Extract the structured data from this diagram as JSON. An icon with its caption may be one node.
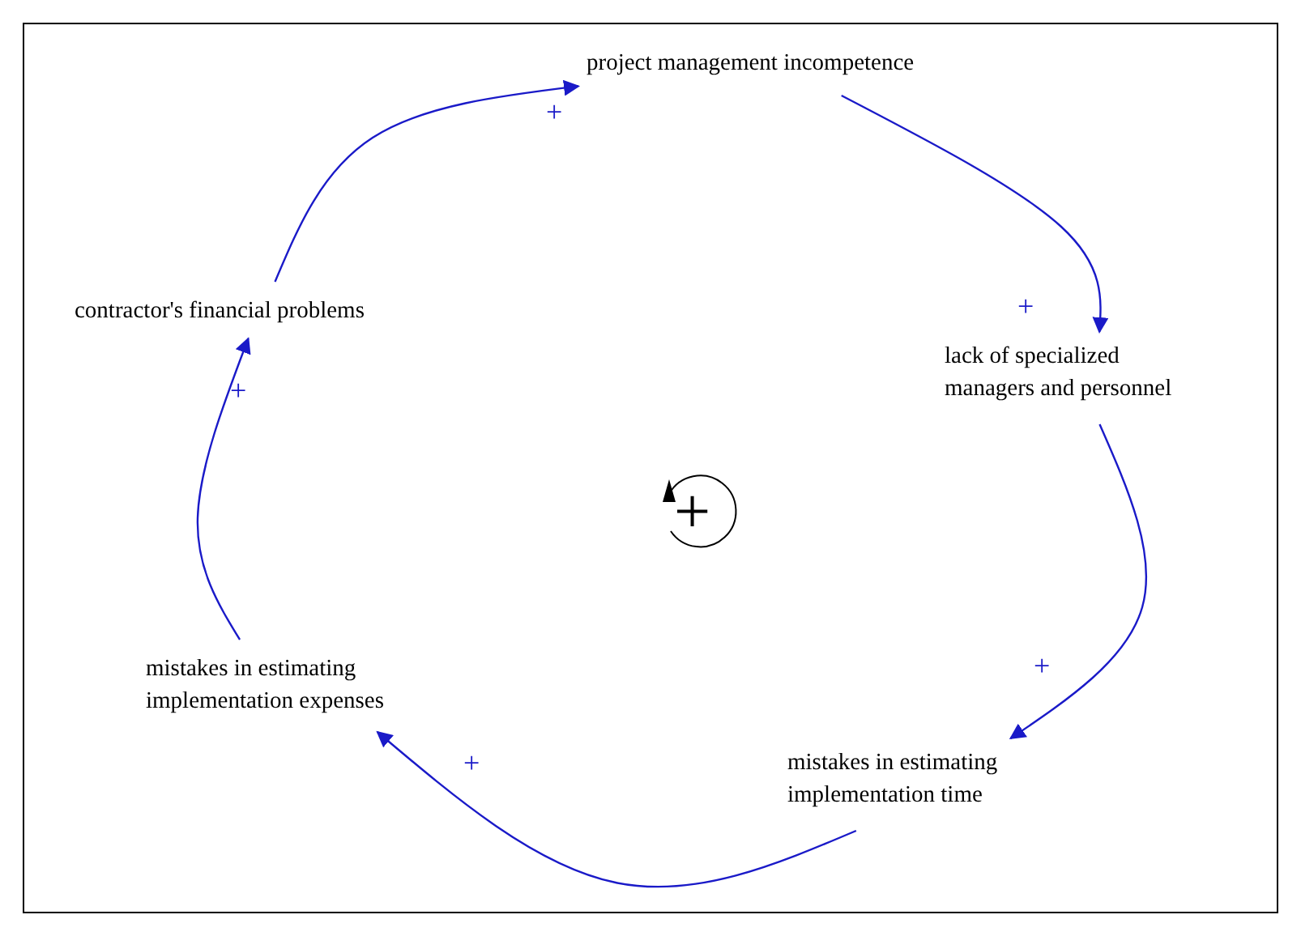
{
  "diagram": {
    "nodes": [
      {
        "text": [
          "project management incompetence"
        ]
      },
      {
        "text": [
          "lack of specialized managers and personnel"
        ]
      },
      {
        "text": [
          "mistakes in estimating implementation time"
        ]
      },
      {
        "text": [
          "mistakes in estimating implementation expenses"
        ]
      },
      {
        "text": [
          "contractor's financial problems"
        ]
      }
    ],
    "edges": [
      {
        "from": 4,
        "to": 0,
        "arrow": "to",
        "label": "+"
      },
      {
        "from": 0,
        "to": 1,
        "arrow": "to",
        "label": "+"
      },
      {
        "from": 1,
        "to": 2,
        "arrow": "to",
        "label": "+"
      },
      {
        "from": 2,
        "to": 3,
        "arrow": "to",
        "label": "+"
      },
      {
        "from": 3,
        "to": 4,
        "arrow": "to",
        "label": "+"
      }
    ],
    "labels": [
      "+"
    ]
  }
}
